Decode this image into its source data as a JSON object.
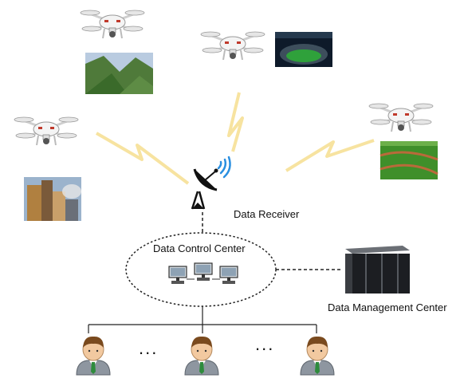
{
  "labels": {
    "data_receiver": "Data Receiver",
    "data_control_center": "Data Control Center",
    "data_management_center": "Data Management Center"
  },
  "users": {
    "ellipsis_1": "...",
    "ellipsis_2": "..."
  },
  "photos": [
    "mountain-valley-photo",
    "stadium-photo",
    "city-buildings-photo",
    "crop-field-photo"
  ],
  "colors": {
    "signal": "#f7e3a0",
    "wifi": "#2a8fe0",
    "user_shirt": "#2e8b3c",
    "user_hair": "#7a4a1e"
  }
}
